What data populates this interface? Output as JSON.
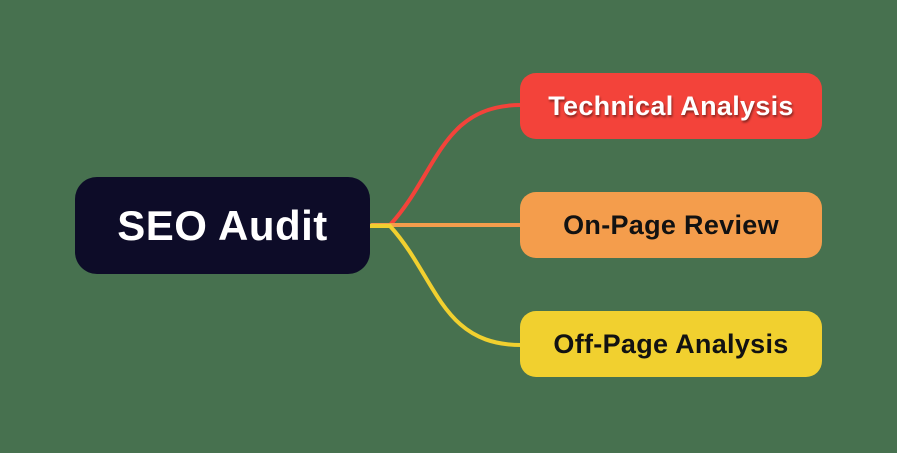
{
  "canvas": {
    "background_color": "#47714F"
  },
  "root": {
    "label": "SEO Audit",
    "bg_color": "#0D0C28",
    "text_color": "#FFFFFF"
  },
  "branches": [
    {
      "id": "technical-analysis",
      "label": "Technical Analysis",
      "color": "#F3433A",
      "text_color": "#FFFFFF",
      "connector_color": "#F3433A"
    },
    {
      "id": "on-page-review",
      "label": "On-Page Review",
      "color": "#F49D4C",
      "text_color": "#121212",
      "connector_color": "#F49D4C"
    },
    {
      "id": "off-page-analysis",
      "label": "Off-Page Analysis",
      "color": "#F1D02F",
      "text_color": "#121212",
      "connector_color": "#F1D02F"
    }
  ]
}
